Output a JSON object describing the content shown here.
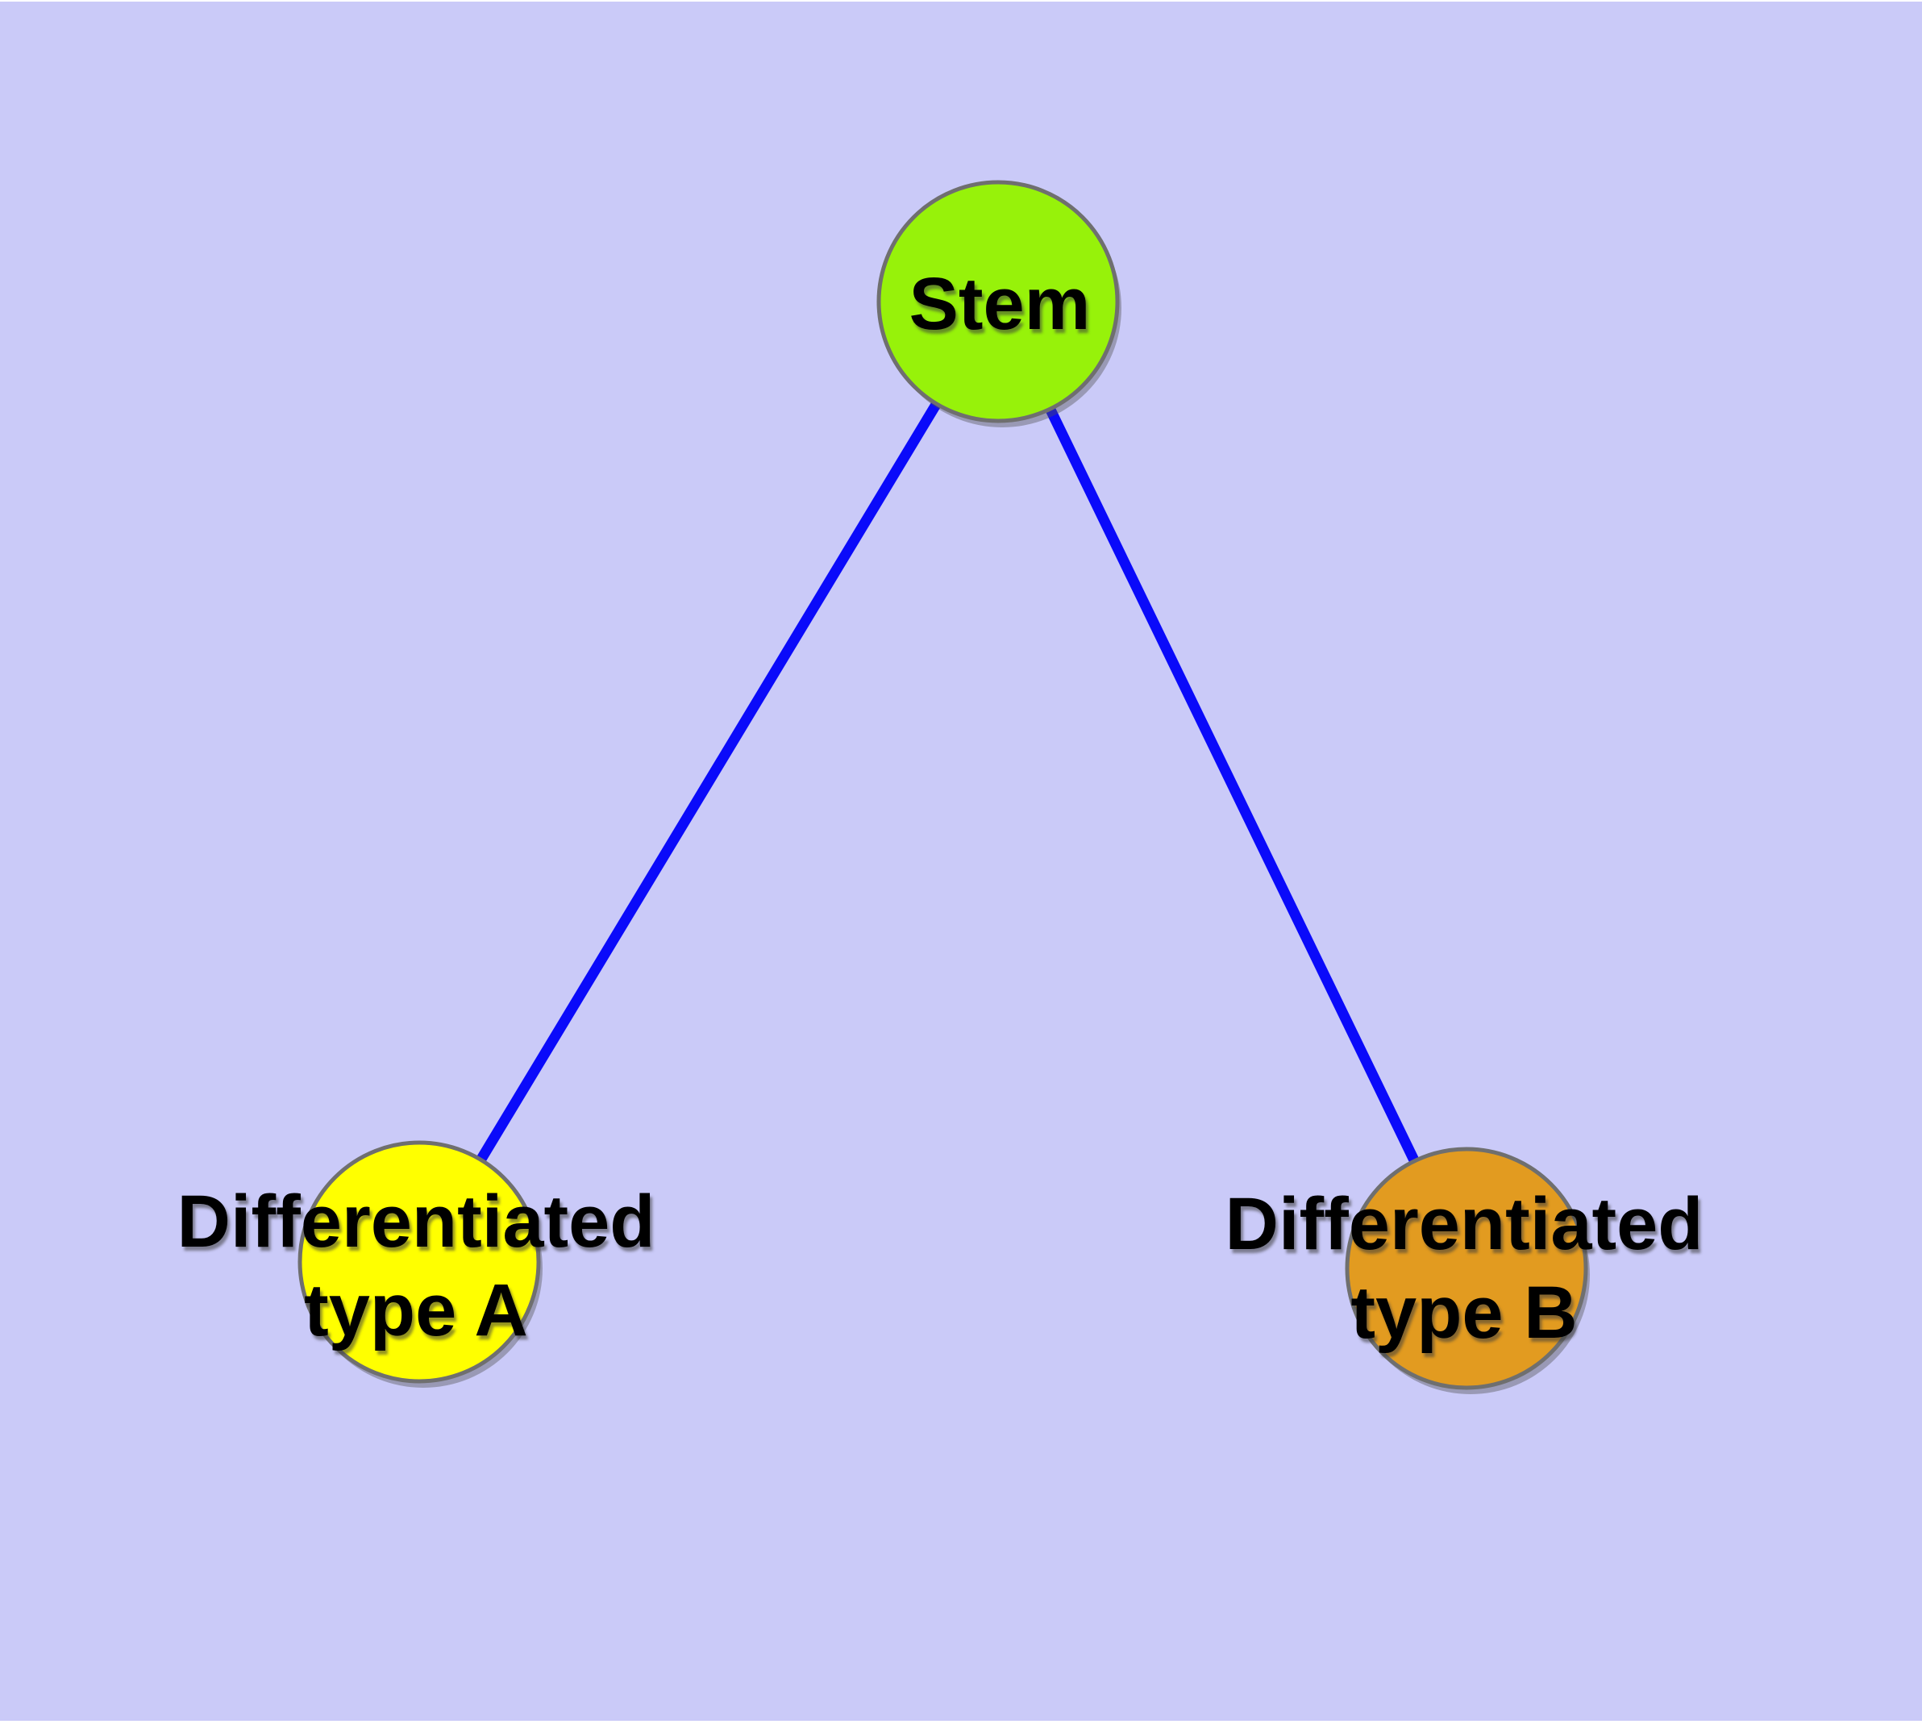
{
  "diagram": {
    "background_color": "#cacaf8",
    "edge_color": "#0a0afa",
    "node_border_color": "#6f6f6f",
    "text_color": "#000000",
    "nodes": [
      {
        "id": "stem",
        "label": "Stem",
        "fill": "#97f20a"
      },
      {
        "id": "differentiated-type-a",
        "label_line1": "Differentiated",
        "label_line2": "type A",
        "fill": "#ffff00"
      },
      {
        "id": "differentiated-type-b",
        "label_line1": "Differentiated",
        "label_line2": "type B",
        "fill": "#e29b20"
      }
    ],
    "edges": [
      {
        "from": "Stem",
        "to": "Differentiated type A"
      },
      {
        "from": "Stem",
        "to": "Differentiated type B"
      }
    ]
  }
}
